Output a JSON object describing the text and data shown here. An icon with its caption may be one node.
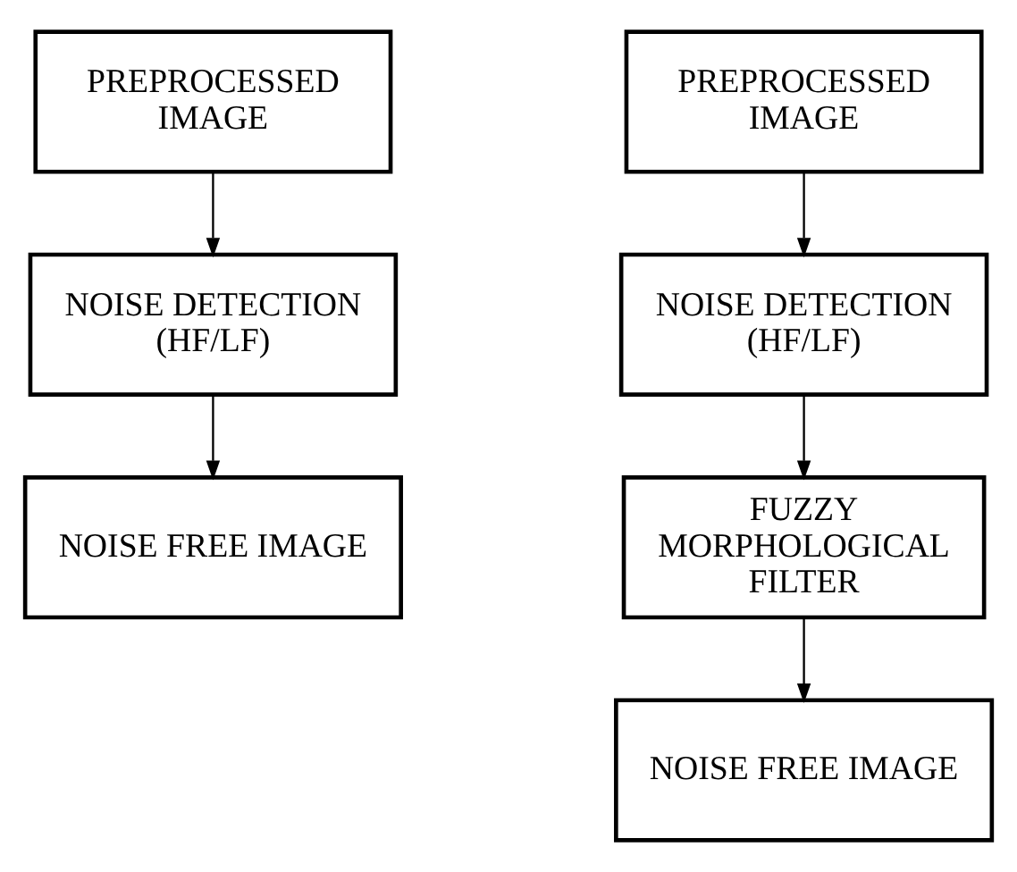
{
  "diagram": {
    "nodes": [
      {
        "text": [
          "PREPROCESSED IMAGE"
        ]
      },
      {
        "text": [
          "NOISE DETECTION (HF/LF)"
        ]
      },
      {
        "text": [
          "NOISE FREE IMAGE"
        ]
      },
      {
        "text": [
          "PREPROCESSED IMAGE"
        ]
      },
      {
        "text": [
          "NOISE DETECTION (HF/LF)"
        ]
      },
      {
        "text": [
          "FUZZY MORPHOLOGICAL FILTER"
        ]
      },
      {
        "text": [
          "NOISE FREE IMAGE"
        ]
      }
    ],
    "edges": [
      {
        "from": 0,
        "to": 1,
        "arrow": "to"
      },
      {
        "from": 1,
        "to": 2,
        "arrow": "to"
      },
      {
        "from": 3,
        "to": 4,
        "arrow": "to"
      },
      {
        "from": 4,
        "to": 5,
        "arrow": "to"
      },
      {
        "from": 5,
        "to": 6,
        "arrow": "to"
      }
    ]
  }
}
